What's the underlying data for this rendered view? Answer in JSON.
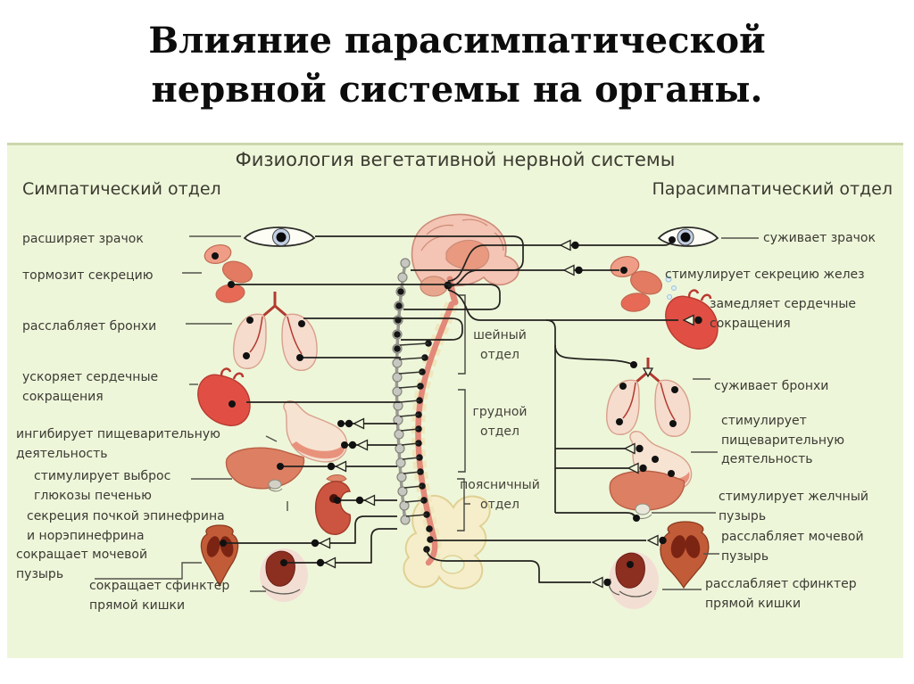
{
  "title": "Влияние парасимпатической\nнервной системы на органы.",
  "diagram": {
    "heading": "Физиология вегетативной нервной системы",
    "sections": {
      "left": "Симпатический отдел",
      "right": "Парасимпатический отдел"
    },
    "spine_sections": [
      "шейный\nотдел",
      "грудной\nотдел",
      "поясничный\nотдел"
    ],
    "left_labels": [
      "расширяет зрачок",
      "тормозит секрецию",
      "расслабляет бронхи",
      "ускоряет сердечные\nсокращения",
      "ингибирует пищеварительную\nдеятельность",
      "стимулирует выброс\nглюкозы печенью",
      "секреция почкой эпинефрина\nи норэпинефрина",
      "сокращает мочевой\nпузырь",
      "сокращает сфинктер\nпрямой кишки"
    ],
    "right_labels": [
      "суживает зрачок",
      "стимулирует секрецию желез",
      "замедляет сердечные\nсокращения",
      "суживает бронхи",
      "стимулирует\nпищеварительную\nдеятельность",
      "стимулирует желчный\nпузырь",
      "расслабляет мочевой\nпузырь",
      "расслабляет сфинктер\nпрямой кишки"
    ],
    "organs": [
      "eye",
      "lacrimal-salivary-glands",
      "heart",
      "lungs",
      "stomach",
      "liver",
      "kidney-adrenal",
      "bladder",
      "rectum",
      "brain",
      "spinal-cord",
      "sympathetic-chain",
      "pelvis"
    ],
    "colors": {
      "panel_bg": "#eef6da",
      "line": "#22221e",
      "organ_salmon": "#e27b62",
      "organ_red": "#e14f44",
      "organ_pale": "#f5dccd",
      "organ_dark": "#8c2f20",
      "chain_gray": "#c4c4c0",
      "cord": "#e2897a",
      "bone": "#f0e7bd",
      "text": "#3b3b33"
    }
  }
}
